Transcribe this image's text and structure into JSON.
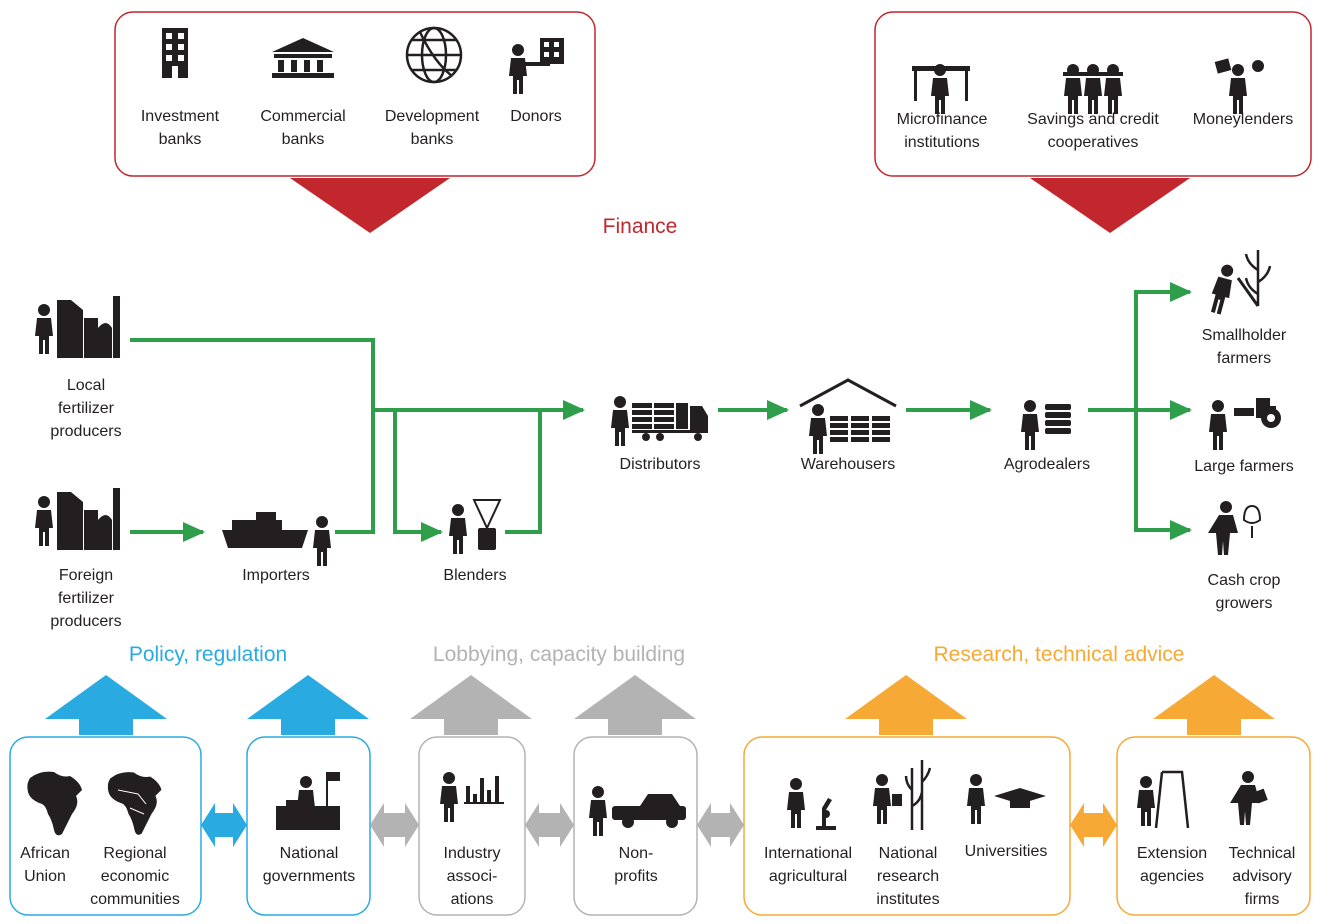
{
  "headings": {
    "finance": "Finance",
    "policy": "Policy, regulation",
    "lobbying": "Lobbying, capacity building",
    "research": "Research, technical advice"
  },
  "finance_formal": {
    "investment_banks": "Investment\nbanks",
    "commercial_banks": "Commercial\nbanks",
    "development_banks": "Development\nbanks",
    "donors": "Donors"
  },
  "finance_informal": {
    "microfinance": "Microfinance\ninstitutions",
    "savings": "Savings and credit\ncooperatives",
    "moneylenders": "Moneylenders"
  },
  "supply_chain": {
    "local_producers": "Local\nfertilizer\nproducers",
    "foreign_producers": "Foreign\nfertilizer\nproducers",
    "importers": "Importers",
    "blenders": "Blenders",
    "distributors": "Distributors",
    "warehousers": "Warehousers",
    "agrodealers": "Agrodealers",
    "smallholder": "Smallholder\nfarmers",
    "large_farmers": "Large farmers",
    "cash_crop": "Cash crop\ngrowers"
  },
  "support": {
    "african_union": "African\nUnion",
    "recs": "Regional\neconomic\ncommunities",
    "national_governments": "National\ngovernments",
    "industry": "Industry\nassoci-\nations",
    "nonprofits": "Non-\nprofits",
    "intl_institutes": "International\nagricultural",
    "national_research": "National\nresearch\ninstitutes",
    "universities": "Universities",
    "extension": "Extension\nagencies",
    "advisory": "Technical\nadvisory\nfirms"
  },
  "colors": {
    "finance": "#c1272d",
    "flow": "#2e9e4a",
    "policy": "#29abe2",
    "lobbying": "#b3b3b3",
    "research": "#f7a936",
    "icon": "#231f20"
  }
}
